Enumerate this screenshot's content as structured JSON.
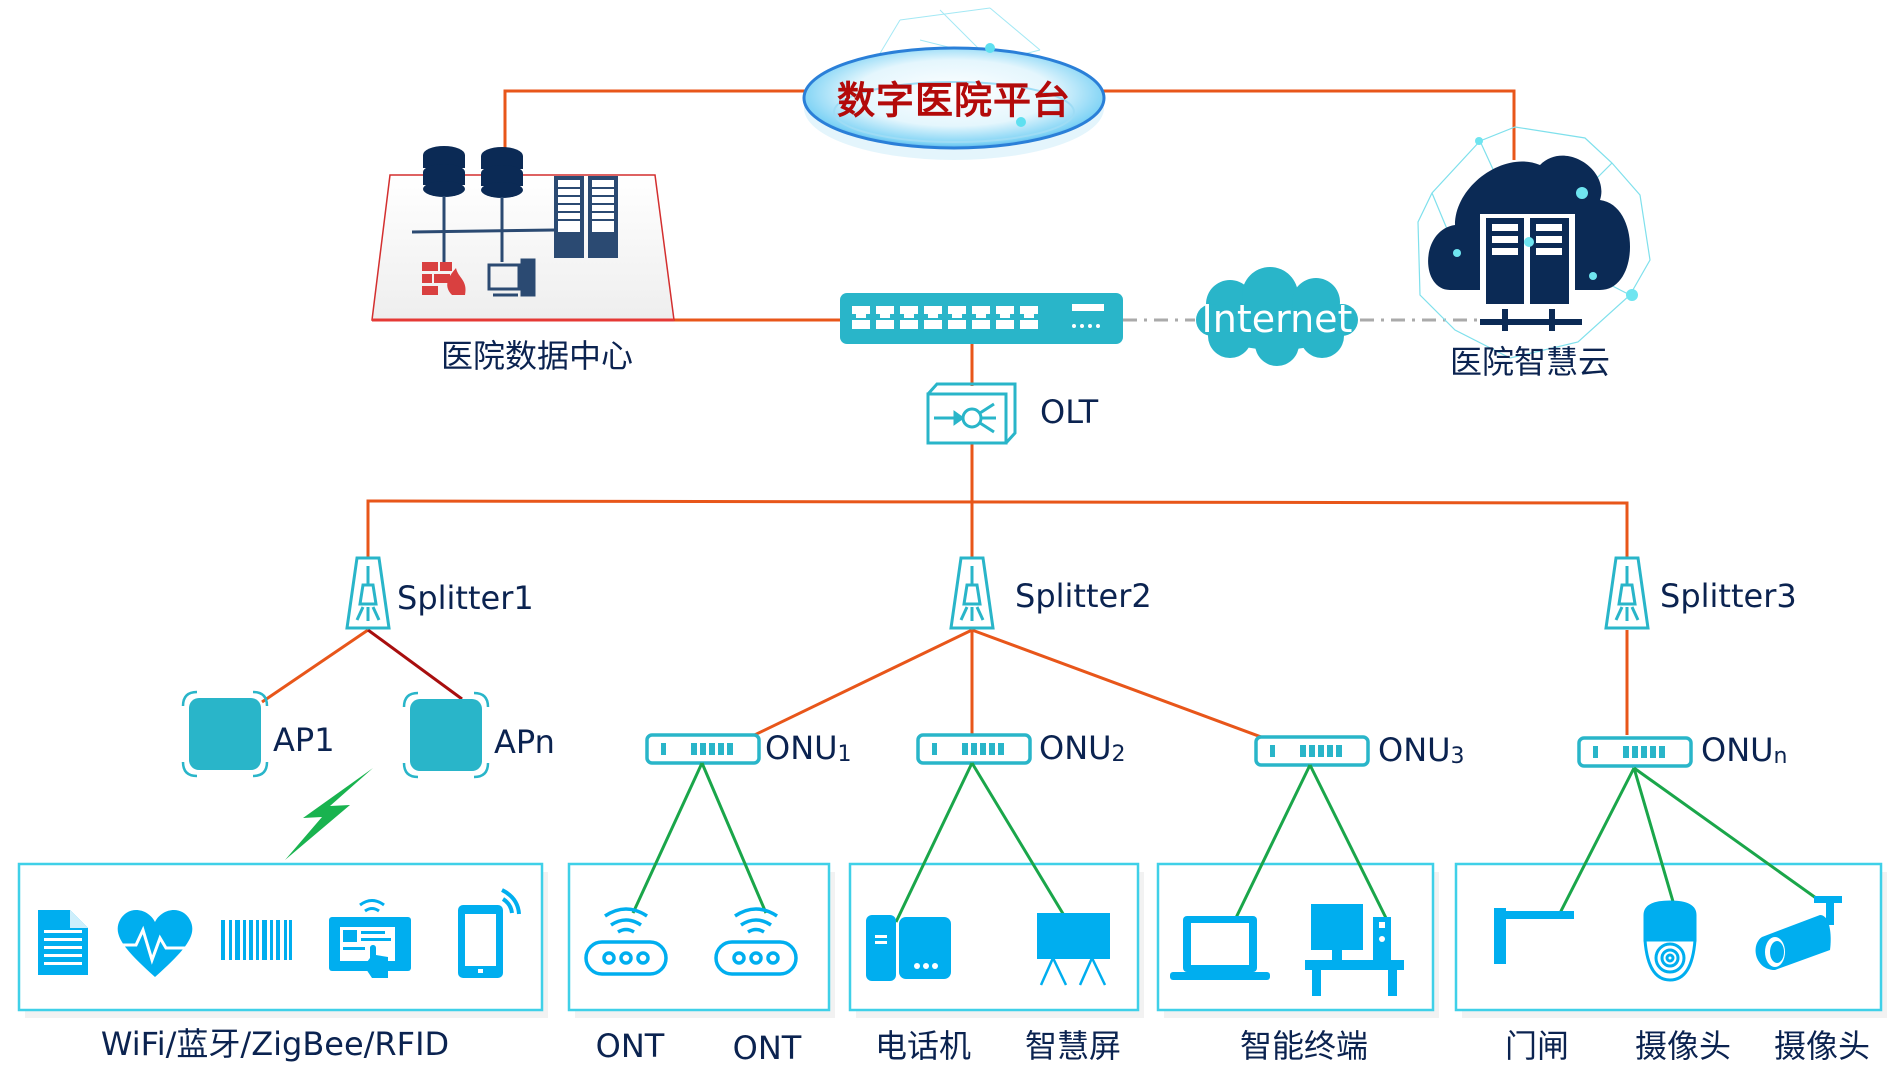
{
  "title": "数字医院平台",
  "colors": {
    "backbone_line": "#e8561a",
    "apn_line": "#a80e0e",
    "access_line": "#1aa64a",
    "device_teal": "#29b5c9",
    "endpoint_blue": "#00aeef",
    "navy": "#0b2a55",
    "box_border": "#3fd0e8",
    "title_red": "#b30a0a"
  },
  "core": {
    "platform_label": "数字医院平台",
    "data_center_label": "医院数据中心",
    "cloud_label": "医院智慧云",
    "internet_label": "Internet",
    "olt_label": "OLT"
  },
  "splitters": [
    {
      "label": "Splitter1"
    },
    {
      "label": "Splitter2"
    },
    {
      "label": "Splitter3"
    }
  ],
  "access_points": [
    {
      "label": "AP1"
    },
    {
      "label": "APn"
    }
  ],
  "onus": [
    {
      "label": "ONU",
      "sub": "1"
    },
    {
      "label": "ONU",
      "sub": "2"
    },
    {
      "label": "ONU",
      "sub": "3"
    },
    {
      "label": "ONU",
      "sub": "n"
    }
  ],
  "groups": [
    {
      "label": "WiFi/蓝牙/ZigBee/RFID",
      "icons": [
        "document-icon",
        "heart-rate-icon",
        "barcode-icon",
        "touch-terminal-icon",
        "smartphone-icon"
      ]
    },
    {
      "labels": [
        "ONT",
        "ONT"
      ],
      "icons": [
        "ont-router-icon",
        "ont-router-icon"
      ]
    },
    {
      "labels": [
        "电话机",
        "智慧屏"
      ],
      "icons": [
        "phone-icon",
        "smart-screen-icon"
      ]
    },
    {
      "label": "智能终端",
      "icons": [
        "laptop-icon",
        "desktop-icon"
      ]
    },
    {
      "labels": [
        "门闸",
        "摄像头",
        "摄像头"
      ],
      "icons": [
        "gate-barrier-icon",
        "dome-camera-icon",
        "bullet-camera-icon"
      ]
    }
  ]
}
